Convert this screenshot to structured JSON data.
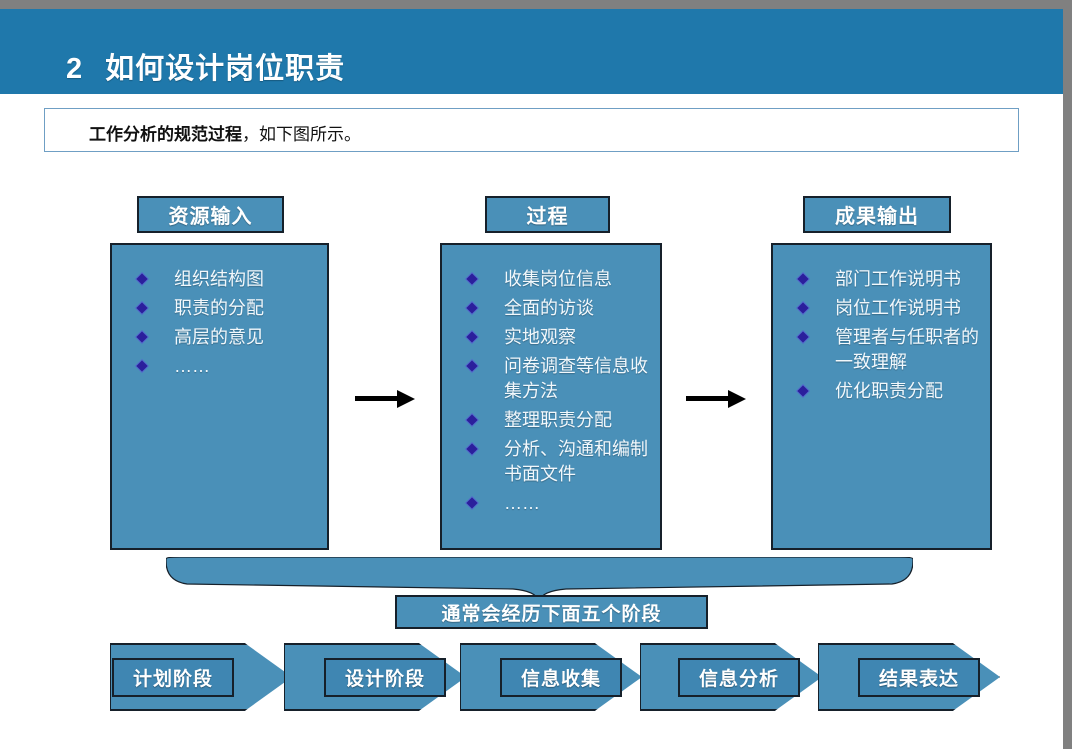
{
  "slide": {
    "header": {
      "number": "2",
      "title": "如何设计岗位职责"
    },
    "subtitle": {
      "bold": "工作分析的规范过程",
      "rest": "，如下图所示。"
    },
    "columns": [
      {
        "tab_label": "资源输入",
        "items": [
          "组织结构图",
          "职责的分配",
          "高层的意见",
          "……"
        ]
      },
      {
        "tab_label": "过程",
        "items": [
          "收集岗位信息",
          "全面的访谈",
          "实地观察",
          "问卷调查等信息收集方法",
          "整理职责分配",
          "分析、沟通和编制书面文件",
          "……"
        ]
      },
      {
        "tab_label": "成果输出",
        "items": [
          "部门工作说明书",
          "岗位工作说明书",
          "管理者与任职者的一致理解",
          "优化职责分配"
        ]
      }
    ],
    "stage_banner": "通常会经历下面五个阶段",
    "stages": [
      "计划阶段",
      "设计阶段",
      "信息收集",
      "信息分析",
      "结果表达"
    ],
    "colors": {
      "header_bar": "#1f78ab",
      "shape_fill": "#4a90b8",
      "shape_fill_inner": "#3f86b2",
      "shape_border": "#16202a",
      "bullet_diamond": "#2b1f9c",
      "text_on_shape": "#ffffff",
      "subtitle_border": "#6f9fc4",
      "page_border": "#808080",
      "arrow": "#000000"
    }
  }
}
